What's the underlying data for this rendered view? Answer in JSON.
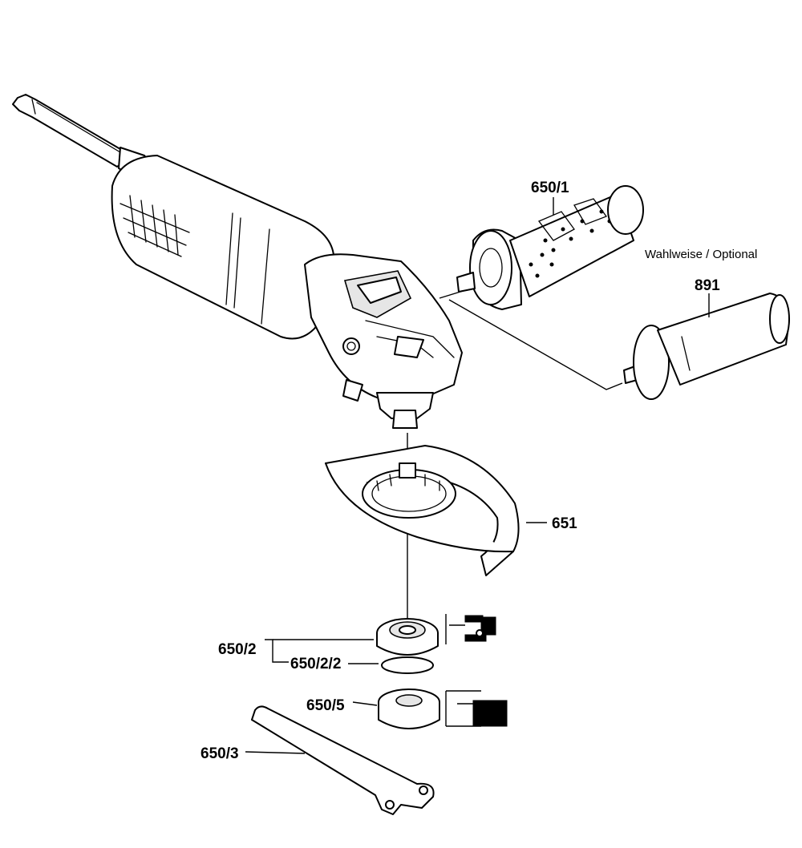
{
  "diagram": {
    "note": "Wahlweise / Optional",
    "labels": {
      "handle_optional": "650/1",
      "handle_standard": "891",
      "guard": "651",
      "flange_assembly": "650/2",
      "o_ring": "650/2/2",
      "clamping_nut": "650/5",
      "spanner": "650/3"
    },
    "colors": {
      "line": "#000000",
      "fill": "#ffffff",
      "shade": "#e6e6e6"
    }
  }
}
